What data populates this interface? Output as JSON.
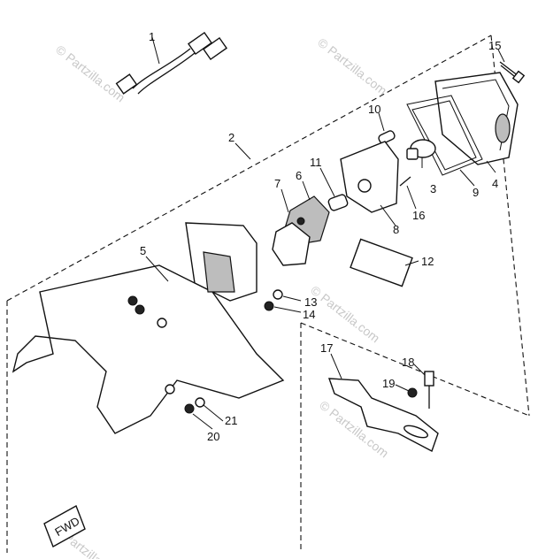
{
  "diagram": {
    "part_numbers": {
      "p1": "1",
      "p2": "2",
      "p3": "3",
      "p4": "4",
      "p5": "5",
      "p6": "6",
      "p7": "7",
      "p8": "8",
      "p9": "9",
      "p10": "10",
      "p11": "11",
      "p12": "12",
      "p13": "13",
      "p14": "14",
      "p15": "15",
      "p16": "16",
      "p17": "17",
      "p18": "18",
      "p19": "19",
      "p20": "20",
      "p21": "21"
    },
    "watermarks": [
      "© Partzilla.com",
      "© Partzilla.com",
      "© Partzilla.com",
      "© Partzilla.com",
      "© Partzilla.com",
      "© Partzilla.com"
    ],
    "fwd_label": "FWD"
  },
  "colors": {
    "ink": "#111111",
    "watermark": "#c8c8c8",
    "background": "#ffffff"
  }
}
